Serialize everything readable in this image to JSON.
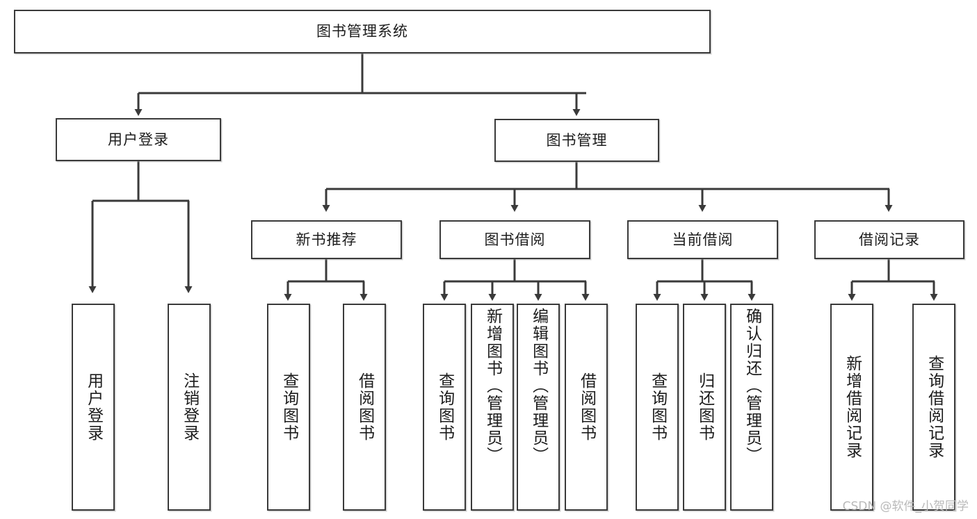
{
  "diagram": {
    "title": "图书管理系统",
    "type": "tree-hierarchy-chart",
    "line_color": "#3a3a3a",
    "box_fill": "#ffffff",
    "text_color": "#1c1c1c",
    "watermark": "CSDN @软件_小贺同学",
    "nodes": {
      "root": {
        "label": "图书管理系统"
      },
      "level2": [
        {
          "label": "用户登录"
        },
        {
          "label": "图书管理"
        }
      ],
      "level3": [
        {
          "label": "新书推荐"
        },
        {
          "label": "图书借阅"
        },
        {
          "label": "当前借阅"
        },
        {
          "label": "借阅记录"
        }
      ],
      "leaves": {
        "user_login": [
          {
            "label": "用户登录"
          },
          {
            "label": "注销登录"
          }
        ],
        "new_book": [
          {
            "label": "查询图书"
          },
          {
            "label": "借阅图书"
          }
        ],
        "book_borrow": [
          {
            "label": "查询图书"
          },
          {
            "label": "新增图书（管理员）"
          },
          {
            "label": "编辑图书（管理员）"
          },
          {
            "label": "借阅图书"
          }
        ],
        "current_borrow": [
          {
            "label": "查询图书"
          },
          {
            "label": "归还图书"
          },
          {
            "label": "确认归还（管理员）"
          }
        ],
        "borrow_record": [
          {
            "label": "新增借阅记录"
          },
          {
            "label": "查询借阅记录"
          }
        ]
      }
    }
  }
}
